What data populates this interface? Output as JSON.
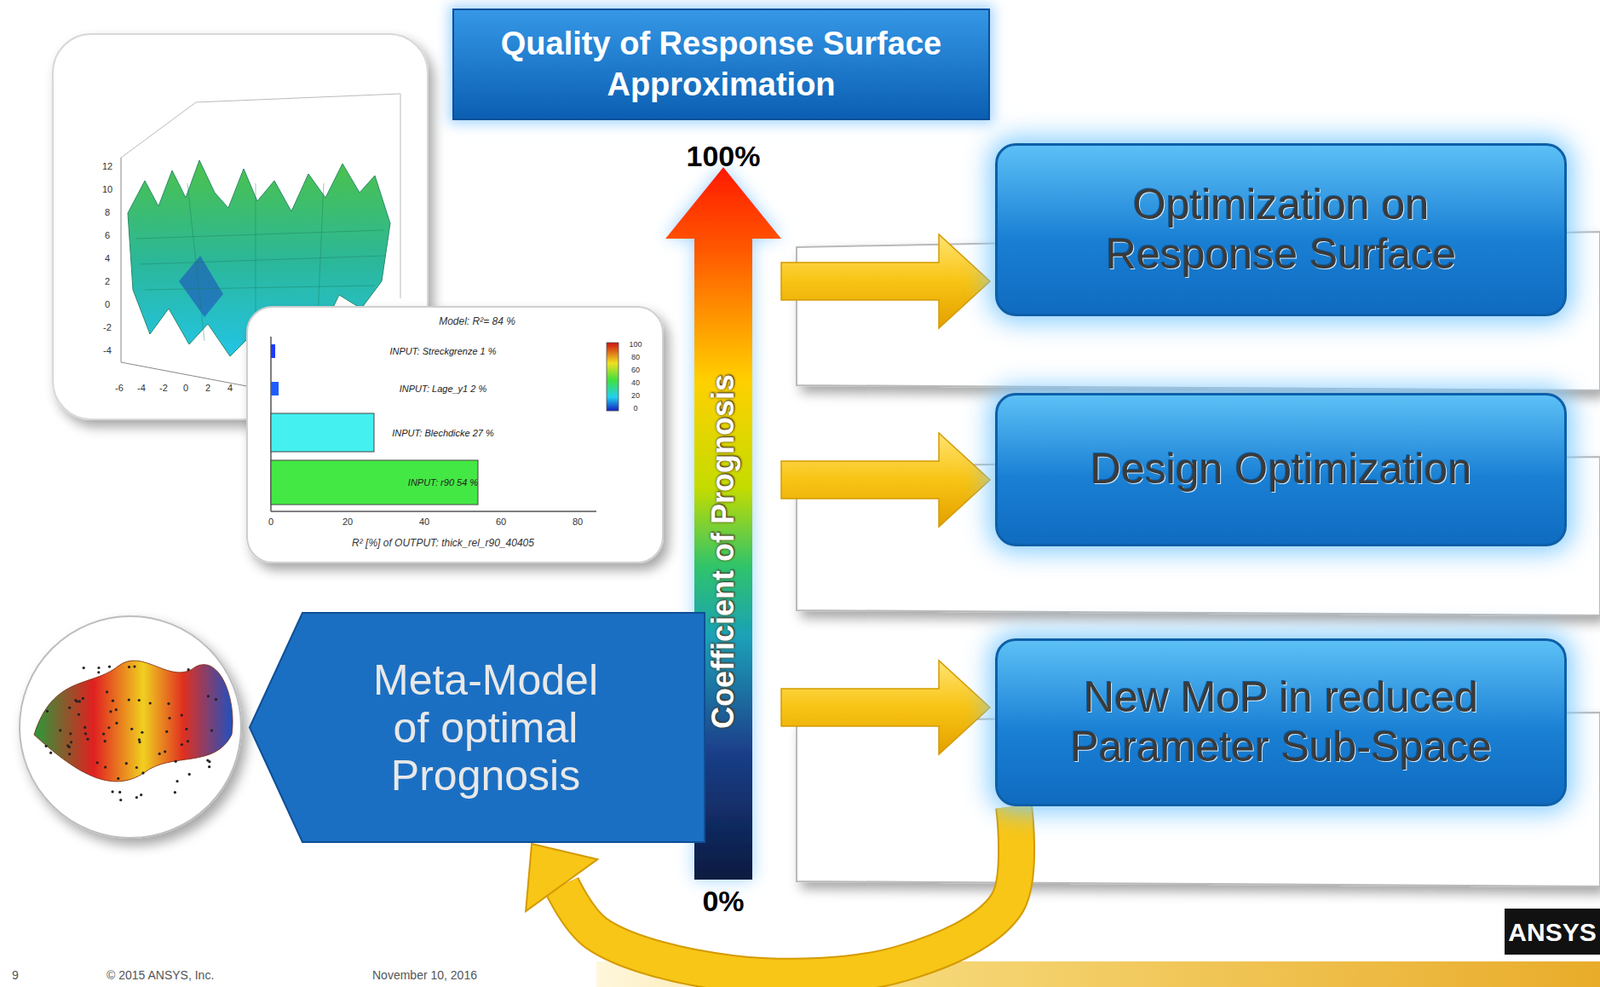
{
  "diagram": {
    "nodes": [
      {
        "text": [
          "Quality of Response Surface Approximation"
        ]
      },
      {
        "text": [
          "Coefficient of Prognosis"
        ]
      },
      {
        "text": [
          "Optimization on Response Surface"
        ]
      },
      {
        "text": [
          "Design Optimization"
        ]
      },
      {
        "text": [
          "New MoP in reduced Parameter Sub-Space"
        ]
      },
      {
        "text": [
          "Meta-Model of optimal Prognosis"
        ]
      }
    ],
    "edges": [
      {
        "from": 1,
        "to": 2,
        "arrow": "to"
      },
      {
        "from": 1,
        "to": 3,
        "arrow": "to"
      },
      {
        "from": 1,
        "to": 4,
        "arrow": "to"
      },
      {
        "from": 4,
        "to": 5,
        "arrow": "to"
      }
    ],
    "labels": [
      "100%",
      "0%",
      "12",
      "10",
      "8",
      "6",
      "4",
      "2",
      "0",
      "-2",
      "-4",
      "-6",
      "-4",
      "-2",
      "0",
      "2",
      "4",
      "Model: R²= 84 %",
      "INPUT: Streckgrenze 1 %",
      "INPUT: Lage_y1 2 %",
      "INPUT: Blechdicke 27 %",
      "INPUT: r90 54 %",
      "0",
      "20",
      "40",
      "60",
      "80",
      "R² [%] of OUTPUT: thick_rel_r90_40405",
      "100",
      "80",
      "60",
      "40",
      "20",
      "0",
      "9",
      "© 2015 ANSYS, Inc.",
      "November 10, 2016",
      "ANSYS"
    ]
  }
}
